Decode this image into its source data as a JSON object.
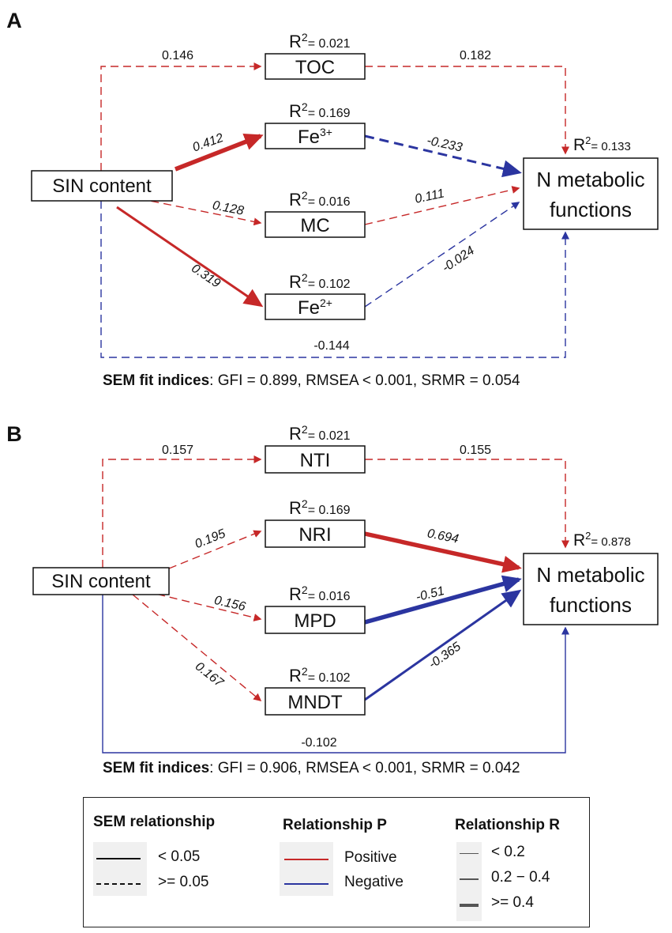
{
  "panels": [
    {
      "letter": "A",
      "source": "SIN content",
      "target": [
        "N metabolic",
        "functions"
      ],
      "target_r2": "0.133",
      "mediators": [
        {
          "label": "TOC",
          "sup": "",
          "r2": "0.021"
        },
        {
          "label": "Fe",
          "sup": "3+",
          "r2": "0.169"
        },
        {
          "label": "MC",
          "sup": "",
          "r2": "0.016"
        },
        {
          "label": "Fe",
          "sup": "2+",
          "r2": "0.102"
        }
      ],
      "paths": [
        {
          "from": "SIN content",
          "to": "TOC",
          "coef": "0.146",
          "sign": "positive",
          "significance": ">= 0.05"
        },
        {
          "from": "TOC",
          "to": "N metabolic functions",
          "coef": "0.182",
          "sign": "positive",
          "significance": ">= 0.05"
        },
        {
          "from": "SIN content",
          "to": "Fe3+",
          "coef": "0.412",
          "sign": "positive",
          "significance": "< 0.05"
        },
        {
          "from": "Fe3+",
          "to": "N metabolic functions",
          "coef": "-0.233",
          "sign": "negative",
          "significance": ">= 0.05"
        },
        {
          "from": "SIN content",
          "to": "MC",
          "coef": "0.128",
          "sign": "positive",
          "significance": ">= 0.05"
        },
        {
          "from": "MC",
          "to": "N metabolic functions",
          "coef": "0.111",
          "sign": "positive",
          "significance": ">= 0.05"
        },
        {
          "from": "SIN content",
          "to": "Fe2+",
          "coef": "0.319",
          "sign": "positive",
          "significance": "< 0.05"
        },
        {
          "from": "Fe2+",
          "to": "N metabolic functions",
          "coef": "-0.024",
          "sign": "negative",
          "significance": ">= 0.05"
        },
        {
          "from": "SIN content",
          "to": "N metabolic functions",
          "coef": "-0.144",
          "sign": "negative",
          "significance": ">= 0.05"
        }
      ],
      "fit_label": "SEM fit indices",
      "fit_values": "GFI = 0.899, RMSEA < 0.001, SRMR = 0.054"
    },
    {
      "letter": "B",
      "source": "SIN content",
      "target": [
        "N metabolic",
        "functions"
      ],
      "target_r2": "0.878",
      "mediators": [
        {
          "label": "NTI",
          "sup": "",
          "r2": "0.021"
        },
        {
          "label": "NRI",
          "sup": "",
          "r2": "0.169"
        },
        {
          "label": "MPD",
          "sup": "",
          "r2": "0.016"
        },
        {
          "label": "MNDT",
          "sup": "",
          "r2": "0.102"
        }
      ],
      "paths": [
        {
          "from": "SIN content",
          "to": "NTI",
          "coef": "0.157",
          "sign": "positive",
          "significance": ">= 0.05"
        },
        {
          "from": "NTI",
          "to": "N metabolic functions",
          "coef": "0.155",
          "sign": "positive",
          "significance": ">= 0.05"
        },
        {
          "from": "SIN content",
          "to": "NRI",
          "coef": "0.195",
          "sign": "positive",
          "significance": ">= 0.05"
        },
        {
          "from": "NRI",
          "to": "N metabolic functions",
          "coef": "0.694",
          "sign": "positive",
          "significance": "< 0.05"
        },
        {
          "from": "SIN content",
          "to": "MPD",
          "coef": "0.156",
          "sign": "positive",
          "significance": ">= 0.05"
        },
        {
          "from": "MPD",
          "to": "N metabolic functions",
          "coef": "-0.51",
          "sign": "negative",
          "significance": "< 0.05"
        },
        {
          "from": "SIN content",
          "to": "MNDT",
          "coef": "0.167",
          "sign": "positive",
          "significance": ">= 0.05"
        },
        {
          "from": "MNDT",
          "to": "N metabolic functions",
          "coef": "-0.365",
          "sign": "negative",
          "significance": "< 0.05"
        },
        {
          "from": "SIN content",
          "to": "N metabolic functions",
          "coef": "-0.102",
          "sign": "negative",
          "significance": "< 0.05"
        }
      ],
      "fit_label": "SEM fit indices",
      "fit_values": "GFI = 0.906, RMSEA < 0.001, SRMR = 0.042"
    }
  ],
  "r2_prefix": "R",
  "r2_sup": "2",
  "r2_eq": "= ",
  "colors": {
    "positive": "#c62828",
    "negative": "#2b35a0",
    "text": "#111111"
  },
  "legend": {
    "sem": {
      "title": "SEM relationship",
      "items": [
        "< 0.05",
        ">= 0.05"
      ]
    },
    "p": {
      "title": "Relationship P",
      "items": [
        "Positive",
        "Negative"
      ]
    },
    "r": {
      "title": "Relationship R",
      "items": [
        "< 0.2",
        "0.2 − 0.4",
        ">= 0.4"
      ]
    }
  }
}
